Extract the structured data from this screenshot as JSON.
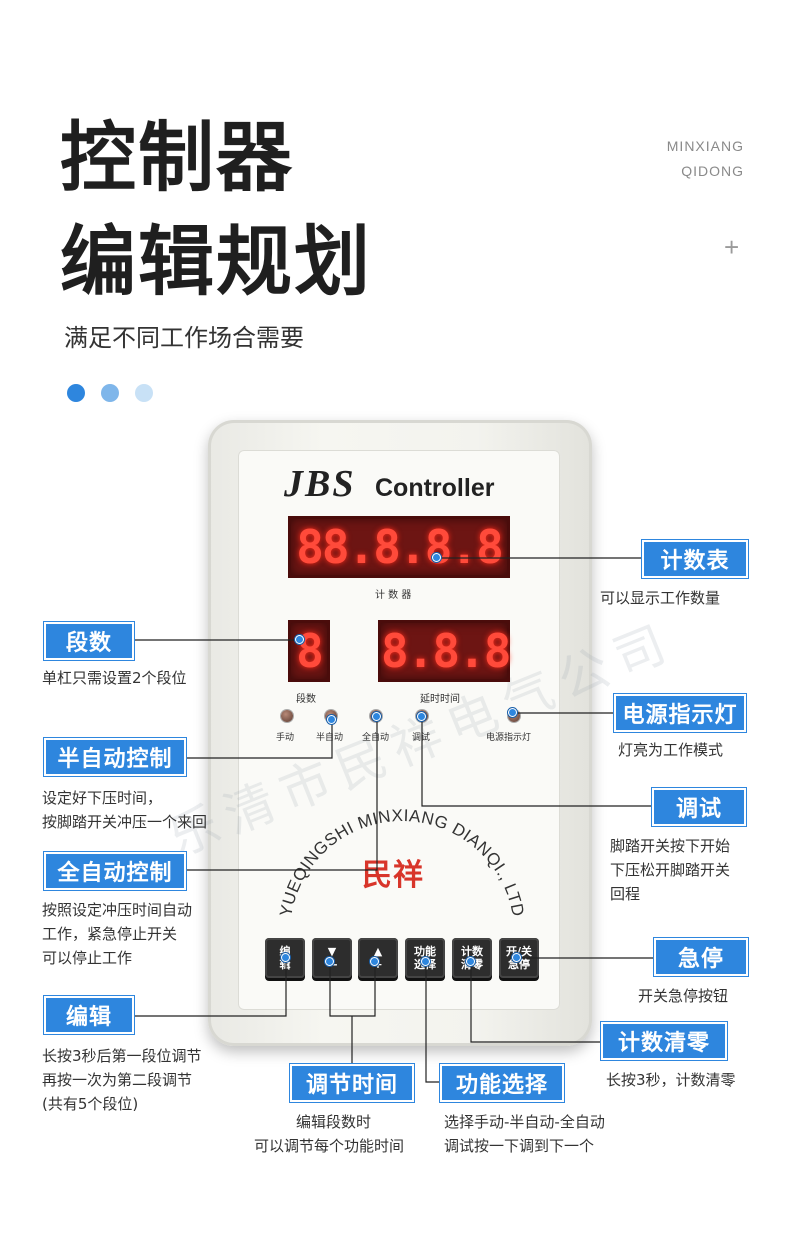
{
  "heading": {
    "title_line1": "控制器",
    "title_line2": "编辑规划",
    "subtitle": "满足不同工作场合需要",
    "brand_line1": "MINXIANG",
    "brand_line2": "QIDONG",
    "plus": "+"
  },
  "device": {
    "brand": "JBS",
    "model": "Controller",
    "counter_digits": "88.8.8.8",
    "segment_digit": "8",
    "time_digits": "8.8.8",
    "label_counter": "计 数 器",
    "label_segments": "段数",
    "label_delay": "延时时间",
    "leds": [
      "手动",
      "半自动",
      "全自动",
      "调试",
      "电源指示灯"
    ],
    "company_arc": "YUEQINGSHI MINXIANG DIANQI., LTD",
    "logo": "民祥",
    "watermark": "乐清市民祥电气公司",
    "keys": [
      {
        "line1": "编",
        "line2": "辑"
      },
      {
        "line1": "▼",
        "line2": "—"
      },
      {
        "line1": "▲",
        "line2": "+"
      },
      {
        "line1": "功能",
        "line2": "选择"
      },
      {
        "line1": "计数",
        "line2": "清零"
      },
      {
        "line1": "开/关",
        "line2": "急停"
      }
    ]
  },
  "annotations": {
    "counter": {
      "tag": "计数表",
      "desc": [
        "可以显示工作数量"
      ]
    },
    "segments": {
      "tag": "段数",
      "desc": [
        "单杠只需设置2个段位"
      ]
    },
    "power": {
      "tag": "电源指示灯",
      "desc": [
        "灯亮为工作模式"
      ]
    },
    "semi_auto": {
      "tag": "半自动控制",
      "desc": [
        "设定好下压时间，",
        "按脚踏开关冲压一个来回"
      ]
    },
    "debug": {
      "tag": "调试",
      "desc": [
        "脚踏开关按下开始",
        "下压松开脚踏开关",
        "回程"
      ]
    },
    "full_auto": {
      "tag": "全自动控制",
      "desc": [
        "按照设定冲压时间自动",
        "工作，紧急停止开关",
        "可以停止工作"
      ]
    },
    "estop": {
      "tag": "急停",
      "desc": [
        "开关急停按钮"
      ]
    },
    "edit": {
      "tag": "编辑",
      "desc": [
        "长按3秒后第一段位调节",
        "再按一次为第二段调节",
        "(共有5个段位)"
      ]
    },
    "reset": {
      "tag": "计数清零",
      "desc": [
        "长按3秒，计数清零"
      ]
    },
    "adjust_time": {
      "tag": "调节时间",
      "desc": [
        "编辑段数时",
        "可以调节每个功能时间"
      ]
    },
    "func_select": {
      "tag": "功能选择",
      "desc": [
        "选择手动-半自动-全自动",
        "调试按一下调到下一个"
      ]
    }
  }
}
